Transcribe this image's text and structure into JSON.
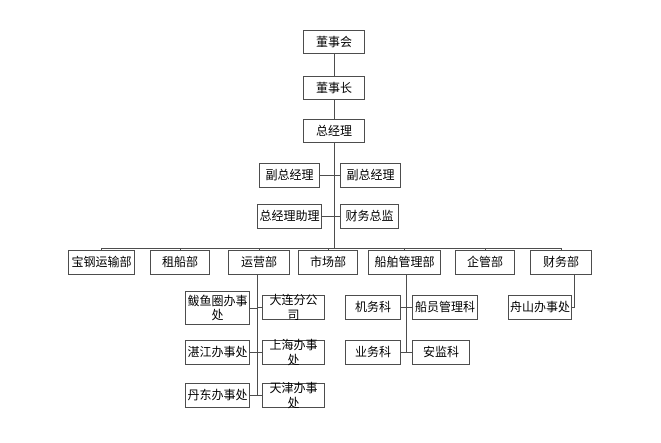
{
  "nodes": {
    "board": "董事会",
    "chairman": "董事长",
    "general_manager": "总经理",
    "deputy_gm_left": "副总经理",
    "deputy_gm_right": "副总经理",
    "gm_assistant": "总经理助理",
    "finance_director": "财务总监",
    "baogang_transport_dept": "宝钢运输部",
    "chartering_dept": "租船部",
    "operations_dept": "运营部",
    "marketing_dept": "市场部",
    "ship_management_dept": "船舶管理部",
    "enterprise_mgmt_dept": "企管部",
    "finance_dept": "财务部",
    "bayuquan_office": "鲅鱼圈办事处",
    "dalian_branch": "大连分公司",
    "zhanjiang_office": "湛江办事处",
    "shanghai_office": "上海办事处",
    "dandong_office": "丹东办事处",
    "tianjin_office": "天津办事处",
    "engineering_section": "机务科",
    "crew_management_section": "船员管理科",
    "business_section": "业务科",
    "safety_supervision_section": "安监科",
    "zhoushan_office": "舟山办事处"
  }
}
